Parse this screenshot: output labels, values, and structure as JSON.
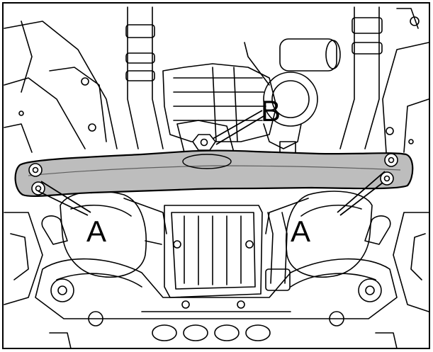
{
  "callouts": {
    "a_left": "A",
    "a_right": "A",
    "b": "B"
  },
  "colors": {
    "line": "#000000",
    "background": "#ffffff",
    "crossmember_fill": "#bdbdbd"
  },
  "icons": [
    "crossmember-bolt-icon",
    "center-bolt-icon"
  ]
}
